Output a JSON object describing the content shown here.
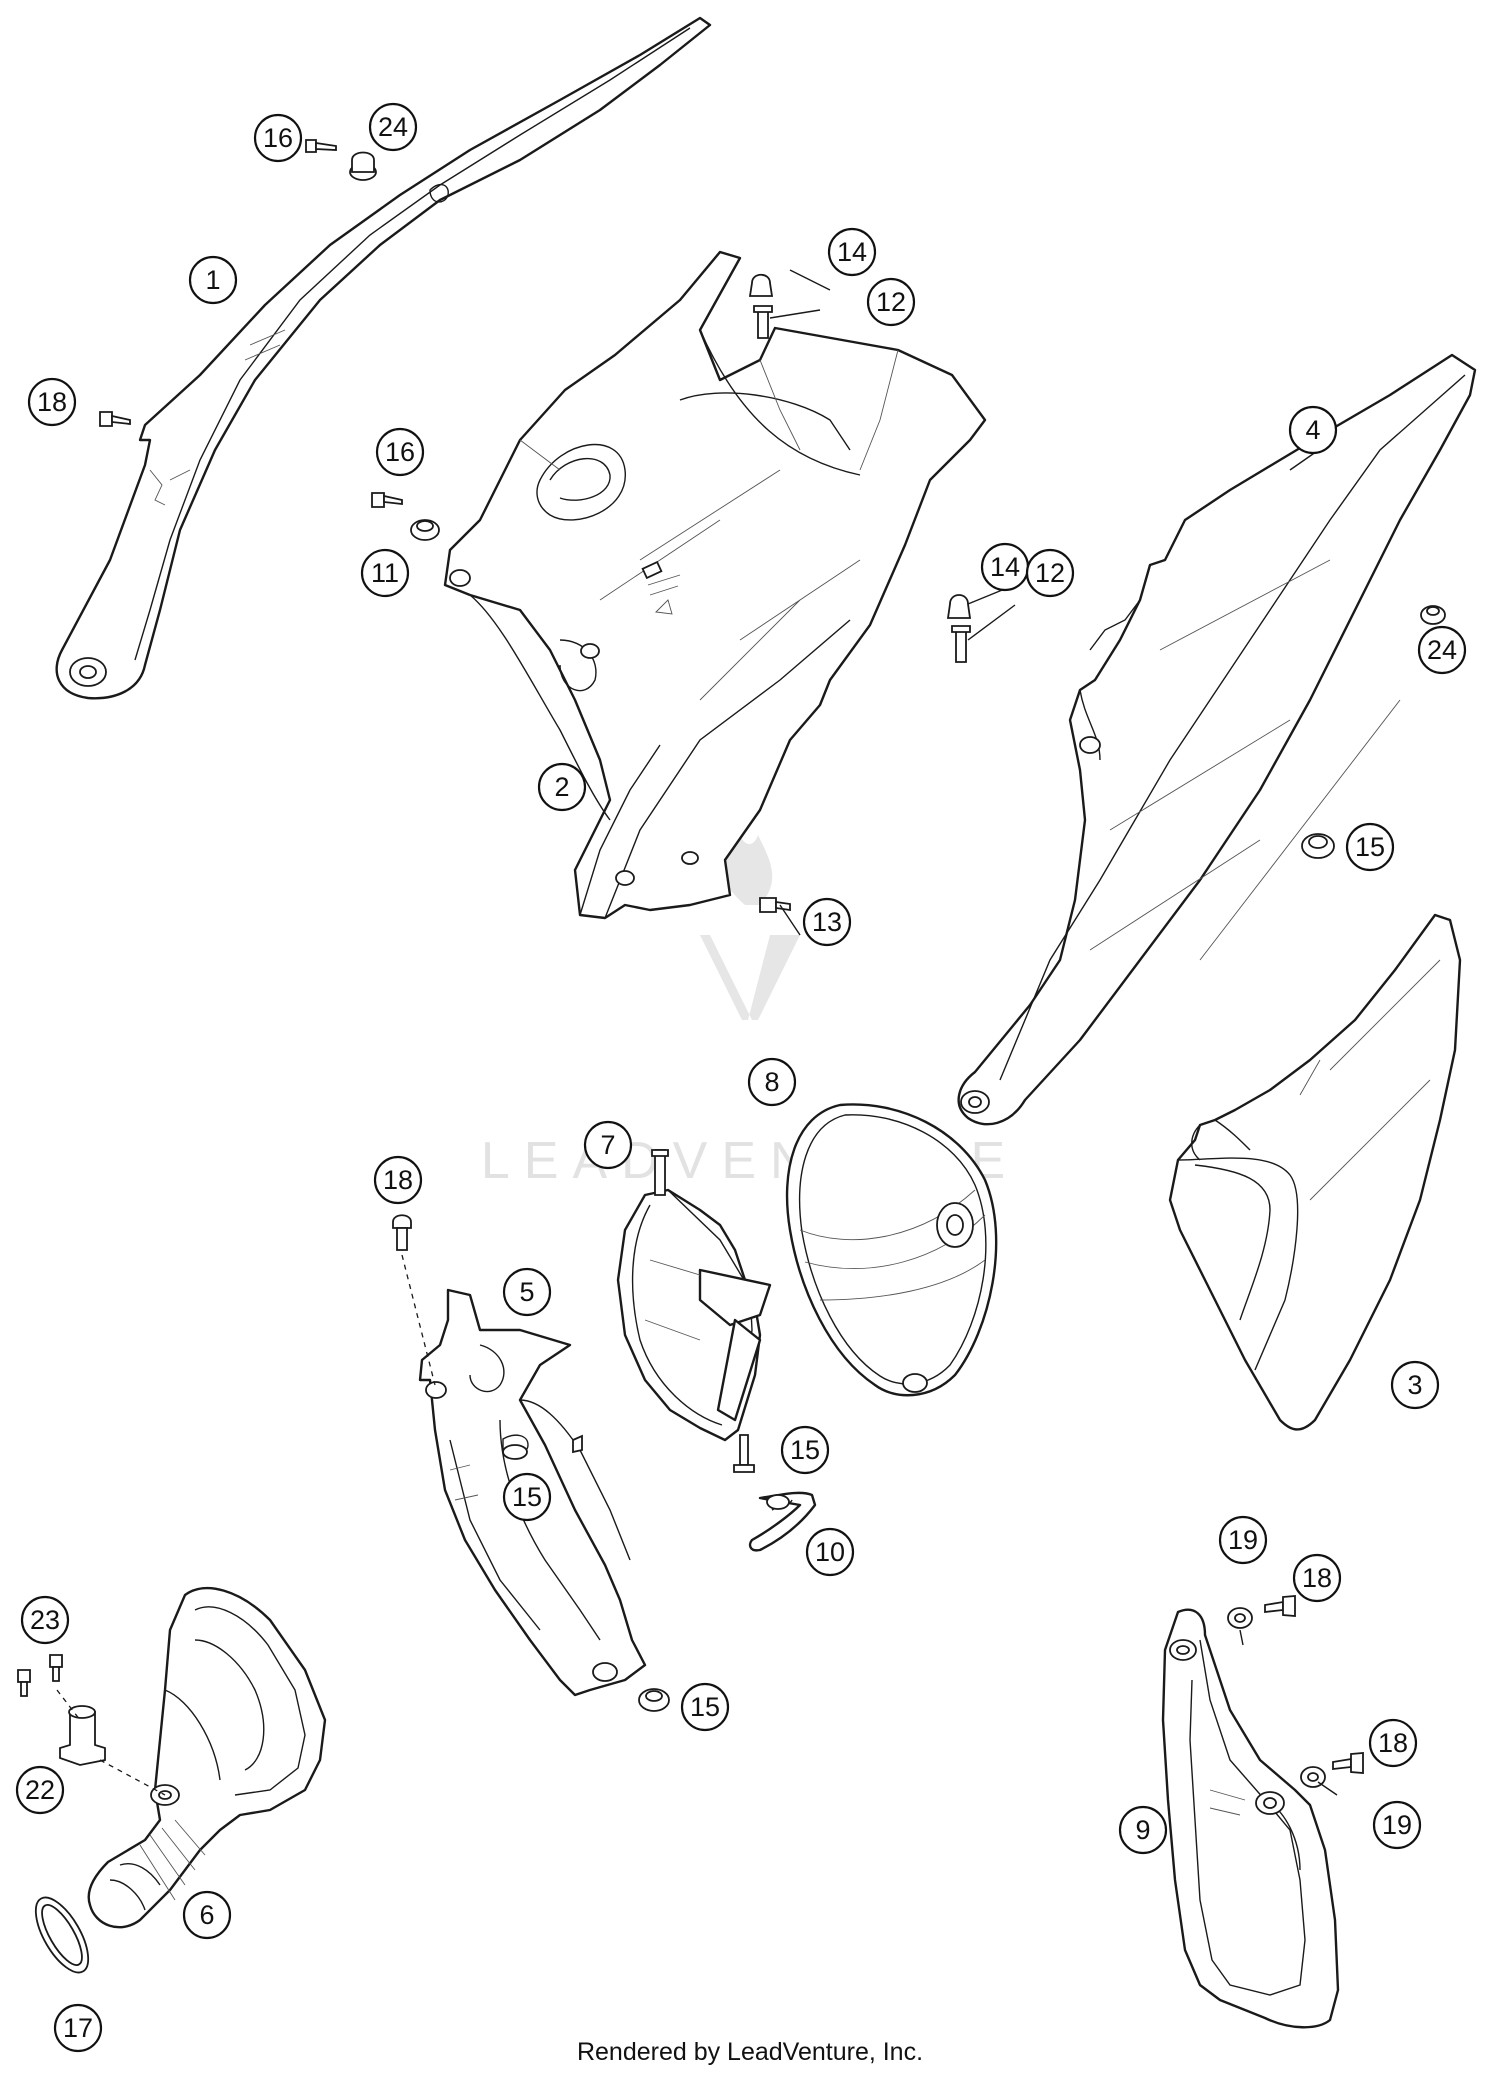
{
  "watermark": {
    "text": "LEADVENTURE"
  },
  "footer": {
    "text": "Rendered by LeadVenture, Inc."
  },
  "callouts": [
    {
      "id": "c16a",
      "label": "16"
    },
    {
      "id": "c24a",
      "label": "24"
    },
    {
      "id": "c1",
      "label": "1"
    },
    {
      "id": "c18a",
      "label": "18"
    },
    {
      "id": "c16b",
      "label": "16"
    },
    {
      "id": "c11",
      "label": "11"
    },
    {
      "id": "c14a",
      "label": "14"
    },
    {
      "id": "c12a",
      "label": "12"
    },
    {
      "id": "c2",
      "label": "2"
    },
    {
      "id": "c13",
      "label": "13"
    },
    {
      "id": "c4",
      "label": "4"
    },
    {
      "id": "c14b",
      "label": "14"
    },
    {
      "id": "c12b",
      "label": "12"
    },
    {
      "id": "c24b",
      "label": "24"
    },
    {
      "id": "c15a",
      "label": "15"
    },
    {
      "id": "c8",
      "label": "8"
    },
    {
      "id": "c7",
      "label": "7"
    },
    {
      "id": "c18b",
      "label": "18"
    },
    {
      "id": "c5",
      "label": "5"
    },
    {
      "id": "c15b",
      "label": "15"
    },
    {
      "id": "c15c",
      "label": "15"
    },
    {
      "id": "c10",
      "label": "10"
    },
    {
      "id": "c3",
      "label": "3"
    },
    {
      "id": "c23",
      "label": "23"
    },
    {
      "id": "c22",
      "label": "22"
    },
    {
      "id": "c15d",
      "label": "15"
    },
    {
      "id": "c6",
      "label": "6"
    },
    {
      "id": "c17",
      "label": "17"
    },
    {
      "id": "c19a",
      "label": "19"
    },
    {
      "id": "c18c",
      "label": "18"
    },
    {
      "id": "c18d",
      "label": "18"
    },
    {
      "id": "c9",
      "label": "9"
    },
    {
      "id": "c19b",
      "label": "19"
    }
  ]
}
